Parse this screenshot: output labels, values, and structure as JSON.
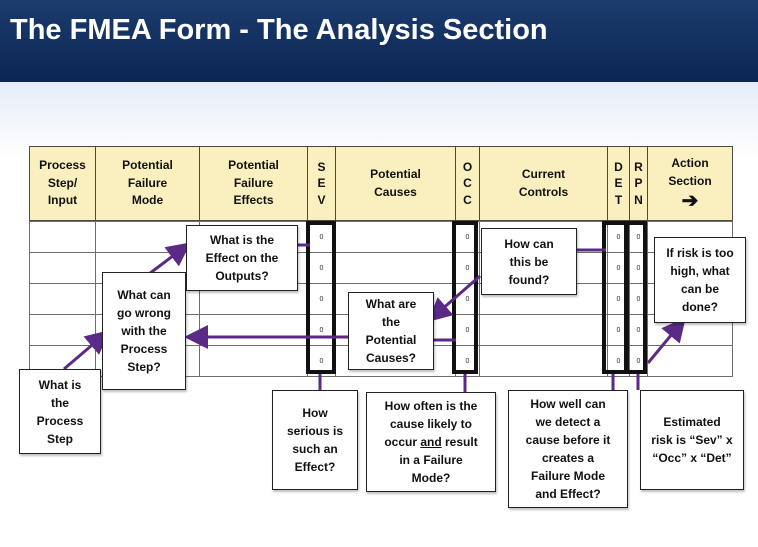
{
  "slide": {
    "title": "The FMEA Form - The Analysis Section"
  },
  "columns": [
    {
      "id": "process_step",
      "label": "Process\nStep/\nInput"
    },
    {
      "id": "failure_mode",
      "label": "Potential\nFailure\nMode"
    },
    {
      "id": "failure_effects",
      "label": "Potential\nFailure\nEffects"
    },
    {
      "id": "sev",
      "label": "S\nE\nV"
    },
    {
      "id": "causes",
      "label": "Potential\nCauses"
    },
    {
      "id": "occ",
      "label": "O\nC\nC"
    },
    {
      "id": "controls",
      "label": "Current\nControls"
    },
    {
      "id": "det",
      "label": "D\nE\nT"
    },
    {
      "id": "rpn",
      "label": "R\nP\nN"
    },
    {
      "id": "action",
      "label": "Action\nSection",
      "arrow": "➔",
      "arrow_icon": "right-arrow-icon"
    }
  ],
  "cell_value": "0",
  "callouts": {
    "process_step": "What is\nthe\nProcess\nStep",
    "failure_mode": "What can\ngo wrong\nwith the\nProcess\nStep?",
    "effect": "What is the\nEffect on the\nOutputs?",
    "severity": "How\nserious is\nsuch an\nEffect?",
    "causes": "What are\nthe\nPotential\nCauses?",
    "occurrence": "How often is the\ncause likely to\noccur and result\nin a Failure\nMode?",
    "occurrence_underlined_word": "and",
    "found": "How can\nthis be\nfound?",
    "detection": "How well can\nwe detect a\ncause before it\ncreates a\nFailure Mode\nand Effect?",
    "action": "If risk is too\nhigh, what\ncan be\ndone?",
    "rpn": "Estimated\nrisk is “Sev” x\n“Occ” x “Det”"
  },
  "colors": {
    "title_bar": "#0e2b5a",
    "header_fill": "#f9efbf",
    "arrow": "#5b2a86",
    "thick_border": "#111111"
  }
}
